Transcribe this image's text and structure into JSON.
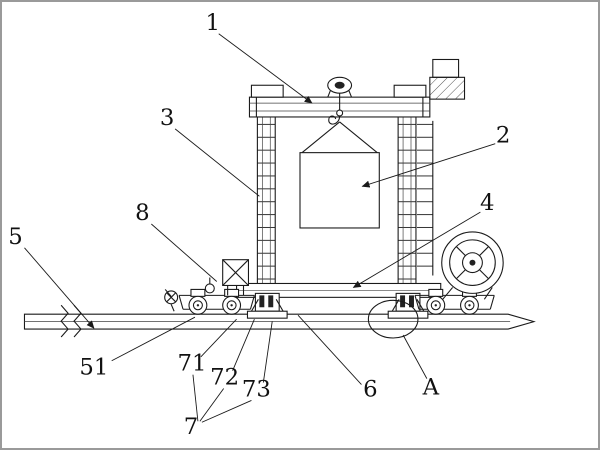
{
  "diagram": {
    "colors": {
      "line": "#1a1a1a",
      "background": "#ffffff",
      "border": "#9a9a9a"
    },
    "labels": {
      "n1": "1",
      "n2": "2",
      "n3": "3",
      "n4": "4",
      "n5": "5",
      "n6": "6",
      "n7": "7",
      "n8": "8",
      "n51": "51",
      "n71": "71",
      "n72": "72",
      "n73": "73",
      "nA": "A"
    }
  }
}
